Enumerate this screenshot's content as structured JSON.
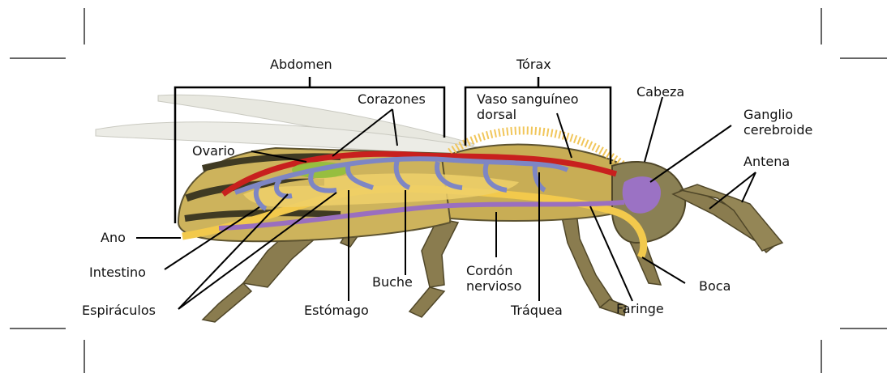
{
  "labels": {
    "abdomen": "Abdomen",
    "torax": "Tórax",
    "corazones": "Corazones",
    "vaso": "Vaso sanguíneo\ndorsal",
    "cabeza": "Cabeza",
    "ganglio": "Ganglio\ncerebroide",
    "antena": "Antena",
    "ovario": "Ovario",
    "ano": "Ano",
    "intestino": "Intestino",
    "espiraculos": "Espiráculos",
    "estomago": "Estómago",
    "buche": "Buche",
    "cordon": "Cordón\nnervioso",
    "traquea": "Tráquea",
    "faringe": "Faringe",
    "boca": "Boca"
  },
  "colors": {
    "body": "#d2b75e",
    "body_dark": "#6f633d",
    "heart": "#c8201e",
    "trachea": "#7e86c4",
    "gut": "#f2c94c",
    "nerve": "#9a6fbf",
    "ovary": "#8dbf3a",
    "ganglion": "#9b72c4",
    "hair": "#f1c65a",
    "wing": "#e4e4dc"
  },
  "icons": [
    "crop-mark",
    "bee-anatomy-illustration"
  ]
}
